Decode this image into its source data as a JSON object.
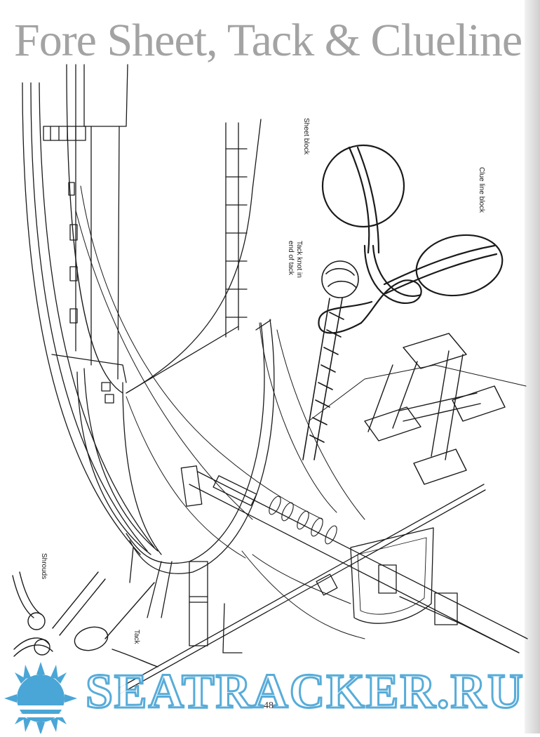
{
  "page": {
    "title": "Fore Sheet, Tack & Clueline",
    "page_number": "48"
  },
  "labels": {
    "sheet_block": "Sheet block",
    "clue_line_block": "Clue line block",
    "tack_knot": "Tack knot in end of tack",
    "shrouds": "Shrouds",
    "tack": "Tack"
  },
  "watermark": {
    "text": "SEATRACKER.RU",
    "color": "#4aa6d6"
  }
}
